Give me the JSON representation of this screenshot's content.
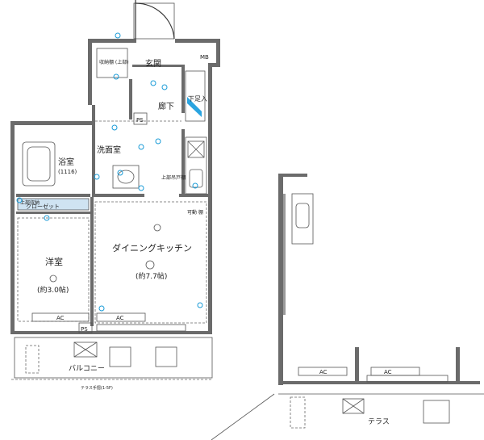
{
  "labels": {
    "mb": "MB",
    "genkan": "玄関",
    "roka": "廊下",
    "getabako": "下足入",
    "storage_top": "収納棚\n(上部)",
    "ps1": "PS",
    "ps2": "PS",
    "senmenshitsu": "洗面室",
    "yokushitsu": "浴室",
    "yokushitsu_size": "(1116)",
    "closet_top": "上部収納",
    "closet": "クローゼット",
    "youshitsu": "洋室",
    "youshitsu_size": "(約3.0帖)",
    "dk": "ダイニングキッチン",
    "dk_size": "(約7.7帖)",
    "ac1": "AC",
    "ac2": "AC",
    "ac3": "AC",
    "ac4": "AC",
    "balcony": "バルコニー",
    "terrace": "テラス",
    "terrace_note": "テラス手摺(1-5F)",
    "storage_mid": "上部吊戸棚",
    "shelf": "可動\n棚"
  }
}
